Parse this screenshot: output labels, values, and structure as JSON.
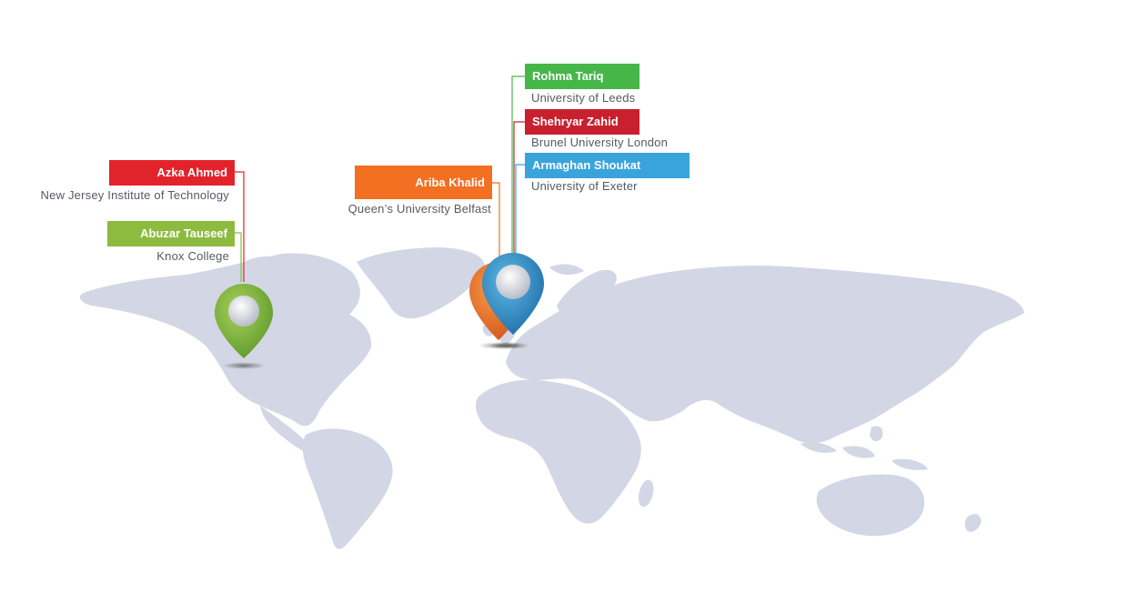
{
  "colors": {
    "land": "#d3d6e4",
    "red": "#e3232b",
    "green": "#8dbb3f",
    "orange": "#f36f21",
    "green_bright": "#47b649",
    "crimson": "#c8202f",
    "blue": "#39a4dc",
    "pin_blue": "#2d8cc6"
  },
  "map": {
    "icon": "world-map"
  },
  "usa": {
    "pin_icon": "map-pin-icon",
    "people": [
      {
        "name": "Azka Ahmed",
        "university": "New Jersey Institute of Technology",
        "color": "#e3232b"
      },
      {
        "name": "Abuzar Tauseef",
        "university": "Knox College",
        "color": "#8dbb3f"
      }
    ]
  },
  "ireland": {
    "pin_icon": "map-pin-icon",
    "people": [
      {
        "name": "Ariba Khalid",
        "university": "Queen’s University Belfast",
        "color": "#f36f21"
      }
    ]
  },
  "uk": {
    "pin_icon": "map-pin-icon",
    "people": [
      {
        "name": "Rohma Tariq",
        "university": "University of Leeds",
        "color": "#47b649"
      },
      {
        "name": "Shehryar Zahid",
        "university": "Brunel University London",
        "color": "#c8202f"
      },
      {
        "name": "Armaghan Shoukat",
        "university": "University of Exeter",
        "color": "#39a4dc"
      }
    ]
  }
}
